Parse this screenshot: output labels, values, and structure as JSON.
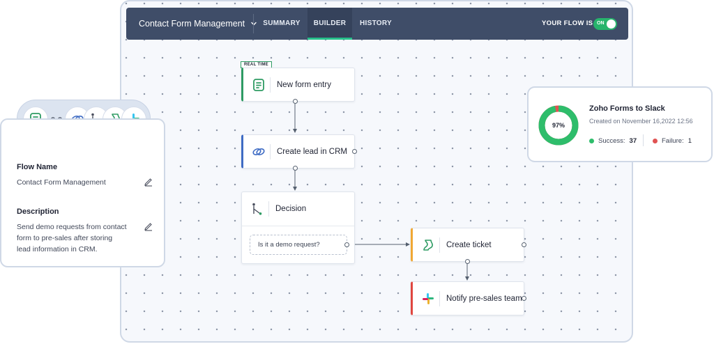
{
  "topbar": {
    "flow_name": "Contact Form Management",
    "tabs": [
      {
        "label": "SUMMARY",
        "active": false
      },
      {
        "label": "BUILDER",
        "active": true
      },
      {
        "label": "HISTORY",
        "active": false
      }
    ],
    "flow_status_label": "YOUR FLOW IS",
    "toggle_label": "ON"
  },
  "nodes": {
    "real_time_badge": "REAL TIME",
    "trigger": "New form entry",
    "action_crm": "Create lead in CRM",
    "decision": "Decision",
    "decision_question": "Is it a demo request?",
    "create_ticket": "Create ticket",
    "notify": "Notify pre-sales team"
  },
  "info_panel": {
    "flow_name_title": "Flow Name",
    "flow_name_value": "Contact Form Management",
    "description_title": "Description",
    "description_lines": [
      "Send demo requests from contact",
      "form to pre-sales after storing",
      "lead information in CRM."
    ]
  },
  "stats_card": {
    "title": "Zoho Forms to Slack",
    "created": "Created on November 16,2022 12:56",
    "percent_label": "97%",
    "success_fraction": 0.97,
    "success_label": "Success:",
    "success_count": "37",
    "failure_label": "Failure:",
    "failure_count": "1"
  },
  "colors": {
    "topbar_bg": "#3f4d68",
    "active_tab_underline": "#27c08b",
    "toggle_on": "#27b46c",
    "forms_green": "#2e9b63",
    "crm_blue": "#3f6cc4",
    "ticket_orange": "#f0a733",
    "slack_red": "#e0463f",
    "success_green": "#2ebd6b",
    "failure_red": "#e05252"
  },
  "icons": [
    "chevron-down-icon",
    "forms-icon",
    "crm-icon",
    "decision-icon",
    "desk-icon",
    "slack-icon",
    "link-icon",
    "edit-icon"
  ]
}
